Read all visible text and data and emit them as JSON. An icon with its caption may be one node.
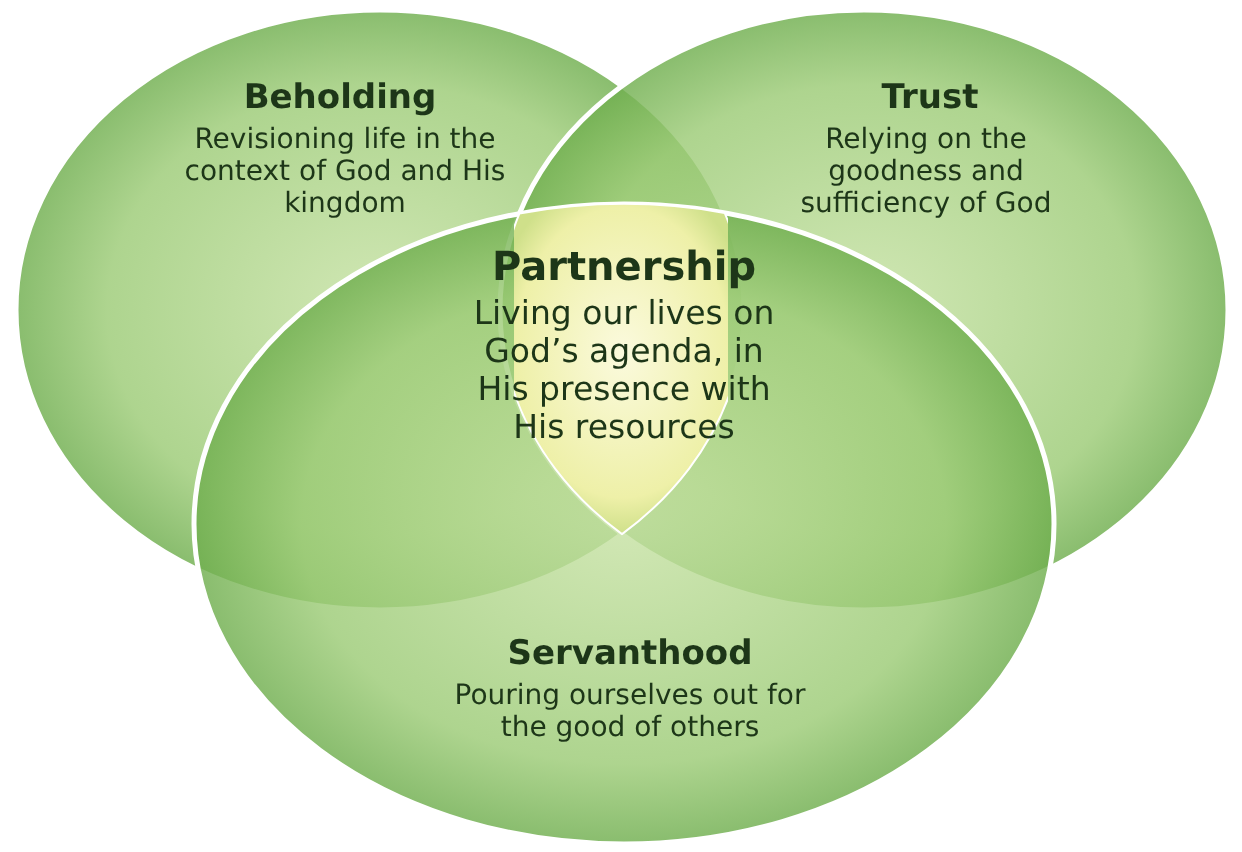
{
  "diagram": {
    "nodes": [
      {
        "text": [
          "Beholding",
          "Revisioning life in the context of God and His kingdom"
        ]
      },
      {
        "text": [
          "Trust",
          "Relying on the goodness and sufficiency of God"
        ]
      },
      {
        "text": [
          "Servanthood",
          "Pouring ourselves out for the good of others"
        ]
      },
      {
        "text": [
          "Partnership",
          "Living our lives on God’s agenda, in His presence with His resources"
        ]
      }
    ]
  }
}
